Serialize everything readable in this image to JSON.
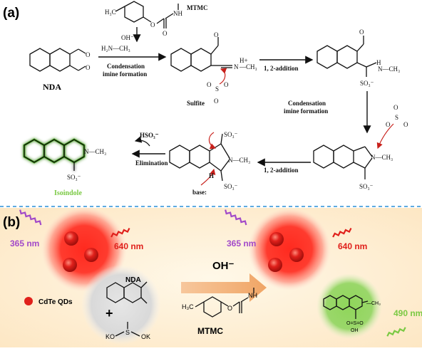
{
  "panel_a": {
    "label": "(a)",
    "mtmc_label": "MTMC",
    "oh_minus": "OH⁻",
    "amine": "H₂N—CH₃",
    "cond1_line1": "Condensation",
    "cond1_line2": "imine formation",
    "nda_label": "NDA",
    "sulfite_label": "Sulfite",
    "imine_h": "H+",
    "imine_ch3": "—CH₃",
    "add1": "1, 2-addition",
    "nch3": "N—CH₃",
    "so3": "SO₃⁻",
    "cond2_line1": "Condensation",
    "cond2_line2": "imine formation",
    "add2": "1, 2-addition",
    "hso3": "HSO₃⁻",
    "elim": "Elimination",
    "isoindole": "Isoindole",
    "base": "base:",
    "h": "H"
  },
  "panel_b": {
    "label": "(b)",
    "ex1": "365 nm",
    "em1": "640 nm",
    "ex2": "365 nm",
    "em2": "640 nm",
    "em3": "490 nm",
    "oh_minus": "OH⁻",
    "cdte": "CdTe QDs",
    "nda": "NDA",
    "plus": "+",
    "mtmc": "MTMC",
    "ko_left": "KO",
    "ok_right": "OK",
    "s": "S",
    "so3h": "O=S=O",
    "oh": "OH",
    "ch3": "—CH₃"
  },
  "colors": {
    "green": "#7ac943",
    "red": "#e0201b",
    "purple": "#a24ac9",
    "dash_blue": "#2a8fd6",
    "arrow_orange": "#f2b07a"
  }
}
